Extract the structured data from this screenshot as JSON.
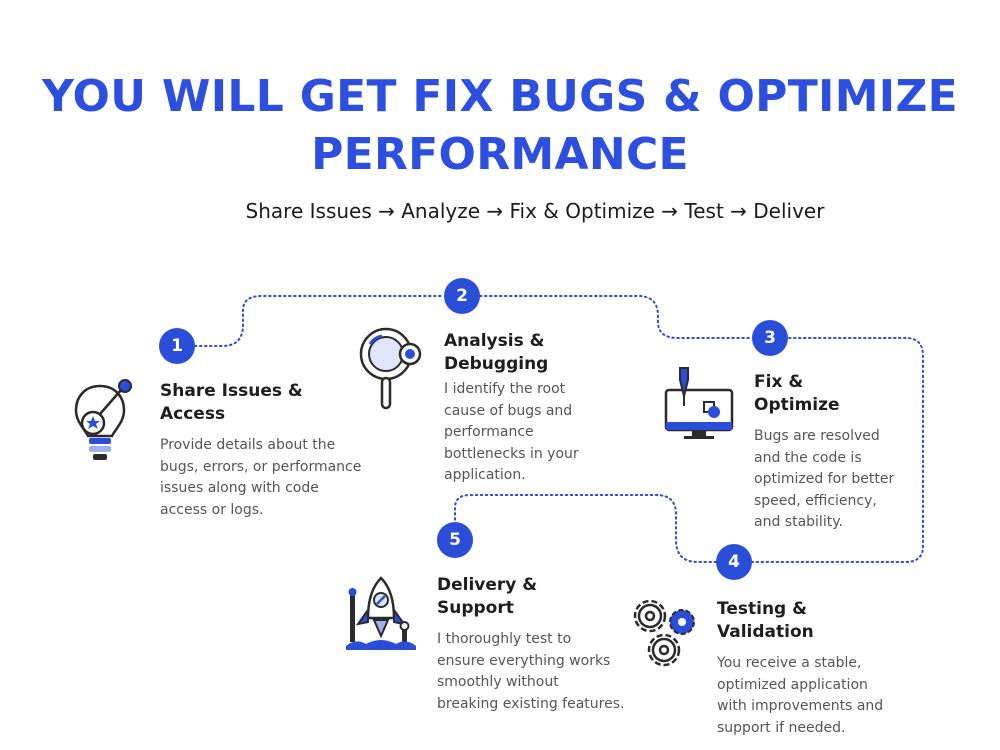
{
  "header": {
    "title_line1": "YOU WILL GET FIX BUGS & OPTIMIZE",
    "title_line2": "PERFORMANCE",
    "subtitle": "Share Issues → Analyze → Fix & Optimize → Test → Deliver"
  },
  "colors": {
    "accent": "#2d4fe0",
    "badge": "#2a4ed8",
    "text": "#1e1e1e",
    "muted": "#555555"
  },
  "steps": [
    {
      "number": "1",
      "title_line1": "Share Issues &",
      "title_line2": "Access",
      "desc_lines": [
        "Provide details about the",
        "bugs, errors, or performance",
        "issues along with code",
        "access or logs."
      ],
      "icon": "lightbulb-star-icon"
    },
    {
      "number": "2",
      "title_line1": "Analysis &",
      "title_line2": "Debugging",
      "desc_lines": [
        "I identify the root",
        "cause of bugs and",
        "performance",
        "bottlenecks in your",
        "application."
      ],
      "icon": "magnifier-icon"
    },
    {
      "number": "3",
      "title_line1": "Fix &",
      "title_line2": "Optimize",
      "desc_lines": [
        "Bugs are resolved",
        "and the code is",
        "optimized for better",
        "speed, efficiency,",
        "and stability."
      ],
      "icon": "monitor-pen-icon"
    },
    {
      "number": "4",
      "title_line1": "Testing &",
      "title_line2": "Validation",
      "desc_lines": [
        "You receive a stable,",
        "optimized application",
        "with improvements and",
        "support if needed."
      ],
      "icon": "gears-icon"
    },
    {
      "number": "5",
      "title_line1": "Delivery &",
      "title_line2": "Support",
      "desc_lines": [
        "I thoroughly test to",
        "ensure everything works",
        "smoothly without",
        "breaking existing features."
      ],
      "icon": "rocket-icon"
    }
  ]
}
